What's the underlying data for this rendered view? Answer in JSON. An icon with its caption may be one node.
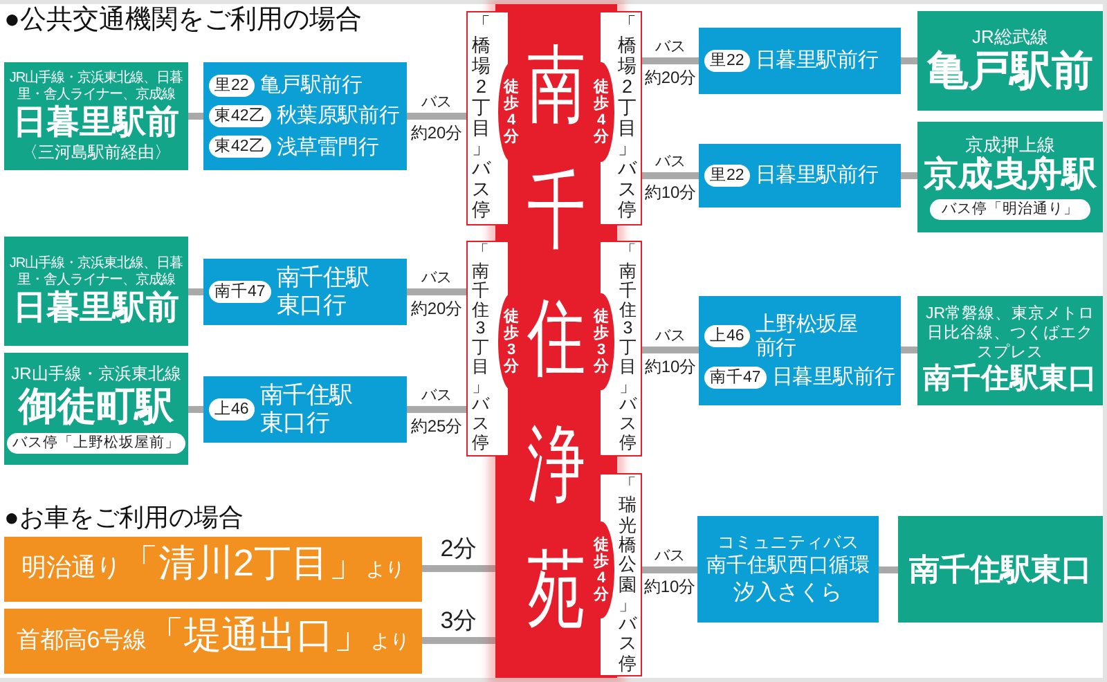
{
  "diagram": {
    "nodes": [
      {
        "text": [
          "JR山手線・京浜東北線、日暮里・舎人ライナー、京成線",
          "日暮里駅前",
          "〈三河島駅前経由〉"
        ]
      },
      {
        "text": [
          "亀戸駅前行",
          "秋葉原駅前行",
          "浅草雷門行"
        ]
      },
      {
        "text": [
          "里22"
        ],
        "in": 1
      },
      {
        "text": [
          "東42乙"
        ],
        "in": 1
      },
      {
        "text": [
          "東42乙"
        ],
        "in": 1
      },
      {
        "text": [
          "「橋場2丁目」バス停"
        ]
      },
      {
        "text": [
          "徒歩4分"
        ],
        "in": 7
      },
      {
        "text": [
          "南千住浄苑"
        ]
      },
      {
        "text": [
          "徒歩4分"
        ],
        "in": 7
      },
      {
        "text": [
          "「橋場2丁目」バス停"
        ]
      },
      {
        "text": [
          "日暮里駅前行"
        ]
      },
      {
        "text": [
          "里22"
        ],
        "in": 10
      },
      {
        "text": [
          "JR総武線",
          "亀戸駅前"
        ]
      },
      {
        "text": [
          "日暮里駅前行"
        ]
      },
      {
        "text": [
          "里22"
        ],
        "in": 13
      },
      {
        "text": [
          "京成押上線",
          "京成曳舟駅"
        ]
      },
      {
        "text": [
          "バス停「明治通り」"
        ],
        "in": 15
      },
      {
        "text": [
          "JR山手線・京浜東北線、日暮里・舎人ライナー、京成線",
          "日暮里駅前"
        ]
      },
      {
        "text": [
          "南千住駅東口行"
        ]
      },
      {
        "text": [
          "南千47"
        ],
        "in": 18
      },
      {
        "text": [
          "「南千住3丁目」バス停"
        ]
      },
      {
        "text": [
          "徒歩3分"
        ],
        "in": 7
      },
      {
        "text": [
          "徒歩3分"
        ],
        "in": 7
      },
      {
        "text": [
          "「南千住3丁目」バス停"
        ]
      },
      {
        "text": [
          "上野松坂屋前行",
          "日暮里駅前行"
        ]
      },
      {
        "text": [
          "上46"
        ],
        "in": 24
      },
      {
        "text": [
          "南千47"
        ],
        "in": 24
      },
      {
        "text": [
          "JR常磐線、東京メトロ日比谷線、つくばエクスプレス",
          "南千住駅東口"
        ]
      },
      {
        "text": [
          "JR山手線・京浜東北線",
          "御徒町駅"
        ]
      },
      {
        "text": [
          "バス停「上野松坂屋前」"
        ],
        "in": 28
      },
      {
        "text": [
          "南千住駅東口行"
        ]
      },
      {
        "text": [
          "上46"
        ],
        "in": 30
      },
      {
        "text": [
          "明治通り",
          "「清川2丁目」",
          "より"
        ]
      },
      {
        "text": [
          "首都高6号線",
          "「堤通出口」",
          "より"
        ]
      },
      {
        "text": [
          "徒歩4分"
        ],
        "in": 7
      },
      {
        "text": [
          "「瑞光橋公園」バス停"
        ]
      },
      {
        "text": [
          "コミュニティバス",
          "南千住駅西口循環",
          "汐入さくら"
        ]
      },
      {
        "text": [
          "南千住駅東口"
        ]
      }
    ],
    "edges": [
      {
        "from": 0,
        "to": 1,
        "arrow": "none"
      },
      {
        "from": 1,
        "to": 5,
        "arrow": "none",
        "label": "約20分"
      },
      {
        "from": 9,
        "to": 10,
        "arrow": "none",
        "label": "約20分"
      },
      {
        "from": 10,
        "to": 12,
        "arrow": "none"
      },
      {
        "from": 9,
        "to": 13,
        "arrow": "none",
        "label": "約10分"
      },
      {
        "from": 13,
        "to": 15,
        "arrow": "none"
      },
      {
        "from": 17,
        "to": 18,
        "arrow": "none"
      },
      {
        "from": 18,
        "to": 20,
        "arrow": "none",
        "label": "約20分"
      },
      {
        "from": 23,
        "to": 24,
        "arrow": "none",
        "label": "約10分"
      },
      {
        "from": 24,
        "to": 27,
        "arrow": "none"
      },
      {
        "from": 28,
        "to": 30,
        "arrow": "none"
      },
      {
        "from": 30,
        "to": 20,
        "arrow": "none",
        "label": "約25分"
      },
      {
        "from": 32,
        "to": 7,
        "arrow": "none",
        "label": "2分"
      },
      {
        "from": 33,
        "to": 7,
        "arrow": "none",
        "label": "3分"
      },
      {
        "from": 35,
        "to": 36,
        "arrow": "none",
        "label": "約10分"
      },
      {
        "from": 36,
        "to": 37,
        "arrow": "none"
      }
    ],
    "labels": [
      "●公共交通機関をご利用の場合",
      "バス",
      "バス",
      "バス",
      "バス",
      "バス",
      "バス",
      "●お車をご利用の場合",
      "バス"
    ]
  }
}
